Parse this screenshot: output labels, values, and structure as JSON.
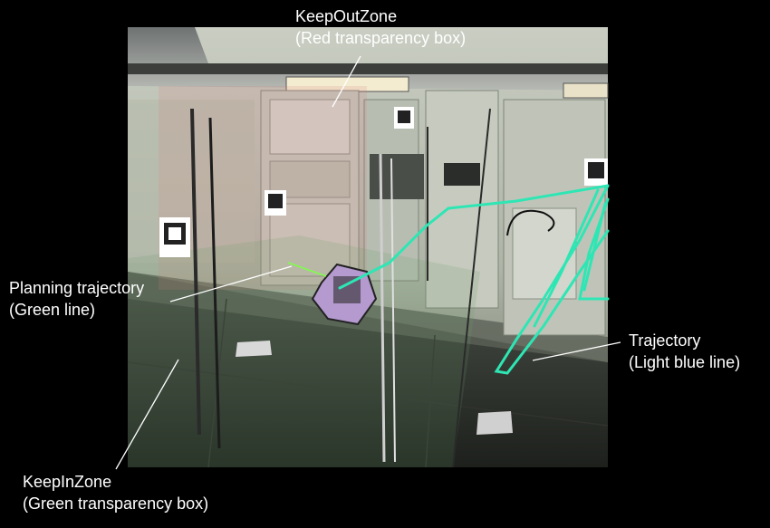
{
  "annotations": {
    "keep_out_zone": {
      "title": "KeepOutZone",
      "subtitle": "(Red transparency box)"
    },
    "planning_trajectory": {
      "title": "Planning trajectory",
      "subtitle": "(Green line)"
    },
    "trajectory": {
      "title": "Trajectory",
      "subtitle": "(Light blue line)"
    },
    "keep_in_zone": {
      "title": "KeepInZone",
      "subtitle": "(Green transparency box)"
    }
  },
  "colors": {
    "background": "#000000",
    "label_text": "#ffffff",
    "trajectory_line": "#2ee6b4",
    "planning_line": "#7dff4a",
    "keep_out_box": "#d88080",
    "keep_in_box": "#6a9a6a"
  }
}
